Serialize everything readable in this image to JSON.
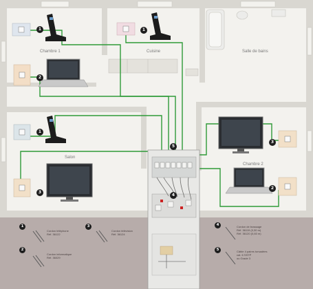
{
  "rooms": {
    "chambre1": "Chambre 1",
    "cuisine": "Cuisine",
    "salle_de_bains": "Salle de bains",
    "salon": "Salon",
    "chambre2": "Chambre 2"
  },
  "callouts": [
    "1",
    "2",
    "5",
    "4",
    "3"
  ],
  "legend": [
    {
      "num": "1",
      "line1": "Cordon téléphone",
      "line2": "Réf. 36122",
      "line3": ""
    },
    {
      "num": "2",
      "line1": "Cordon informatique",
      "line2": "Réf. 36029",
      "line3": ""
    },
    {
      "num": "3",
      "line1": "Cordon télévision",
      "line2": "Réf. 36124",
      "line3": ""
    },
    {
      "num": "4",
      "line1": "Cordon de brassage",
      "line2": "Réf. 36119 (0,30 m)",
      "line3": "Réf. 36120 (0,60 m)"
    },
    {
      "num": "5",
      "line1": "Câble 4 paires torsadées",
      "line2": "cat. 6 SSTP",
      "line3": "ou Grade 3"
    }
  ],
  "colors": {
    "cable": "#2e9a37",
    "walls": "#d8d6d0",
    "legend_bg": "#b7acaa"
  }
}
